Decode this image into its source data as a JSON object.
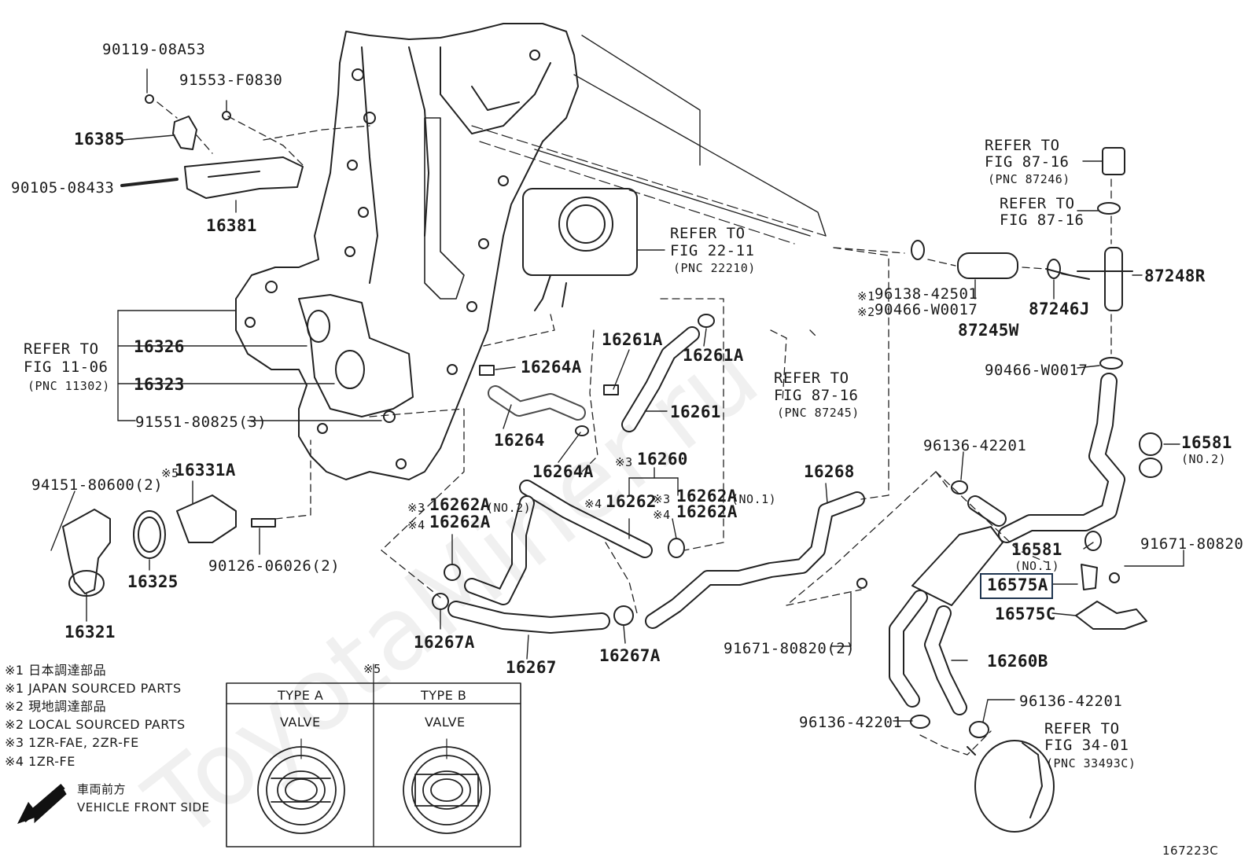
{
  "watermark": "ToyotaMiner.ru",
  "figure_code": "167223C",
  "parts": {
    "p90119": "90119-08A53",
    "p91553": "91553-F0830",
    "p16385": "16385",
    "p90105": "90105-08433",
    "p16381": "16381",
    "p16326": "16326",
    "p16323": "16323",
    "p91551": "91551-80825(3)",
    "p94151": "94151-80600(2)",
    "p16331a": "16331A",
    "p16321": "16321",
    "p16325": "16325",
    "p90126": "90126-06026(2)",
    "p16264a_top": "16264A",
    "p16264": "16264",
    "p16264a_bot": "16264A",
    "p16261a_left": "16261A",
    "p16261a_right": "16261A",
    "p16261": "16261",
    "p16260": "16260",
    "p16262": "16262",
    "p16262a_no2_a": "16262A",
    "p16262a_no2_a_sub": "(NO.2)",
    "p16262a_no2_b": "16262A",
    "p16262a_no1_a": "16262A",
    "p16262a_no1_a_sub": "(NO.1)",
    "p16262a_no1_b": "16262A",
    "p16267a_left": "16267A",
    "p16267": "16267",
    "p16267a_right": "16267A",
    "p16268": "16268",
    "p91671_left": "91671-80820(2)",
    "p96138": "96138-42501",
    "p90466_mid": "90466-W0017",
    "p87245w": "87245W",
    "p87246j": "87246J",
    "p87248r": "87248R",
    "p90466_right": "90466-W0017",
    "p96136_top": "96136-42201",
    "p16581_no2": "16581",
    "p16581_no2_sub": "(NO.2)",
    "p16581_no1": "16581",
    "p16581_no1_sub": "(NO.1)",
    "p91671_right": "91671-80820",
    "p16575a": "16575A",
    "p16575c": "16575C",
    "p16260b": "16260B",
    "p96136_bl": "96136-42201",
    "p96136_br": "96136-42201"
  },
  "marks": {
    "m1": "※1",
    "m2": "※2",
    "m3": "※3",
    "m4": "※4",
    "m5": "※5"
  },
  "refs": {
    "fig11_l1": "REFER TO",
    "fig11_l2": "FIG 11-06",
    "fig11_l3": "(PNC 11302)",
    "fig22_l1": "REFER TO",
    "fig22_l2": "FIG 22-11",
    "fig22_l3": "(PNC 22210)",
    "fig87a_l1": "REFER TO",
    "fig87a_l2": "FIG 87-16",
    "fig87a_l3": "(PNC 87246)",
    "fig87b_l1": "REFER TO",
    "fig87b_l2": "FIG 87-16",
    "fig87c_l1": "REFER TO",
    "fig87c_l2": "FIG 87-16",
    "fig87c_l3": "(PNC 87245)",
    "fig34_l1": "REFER TO",
    "fig34_l2": "FIG 34-01",
    "fig34_l3": "(PNC 33493C)"
  },
  "legend": {
    "l1": "※1 日本調達部品",
    "l2": "※1 JAPAN SOURCED PARTS",
    "l3": "※2 現地調達部品",
    "l4": "※2 LOCAL SOURCED PARTS",
    "l5": "※3 1ZR-FAE, 2ZR-FE",
    "l6": "※4 1ZR-FE"
  },
  "front": {
    "jp": "車両前方",
    "en": "VEHICLE FRONT SIDE"
  },
  "typebox": {
    "note": "※5",
    "col_a": "TYPE A",
    "col_b": "TYPE B",
    "valve_a": "VALVE",
    "valve_b": "VALVE"
  }
}
